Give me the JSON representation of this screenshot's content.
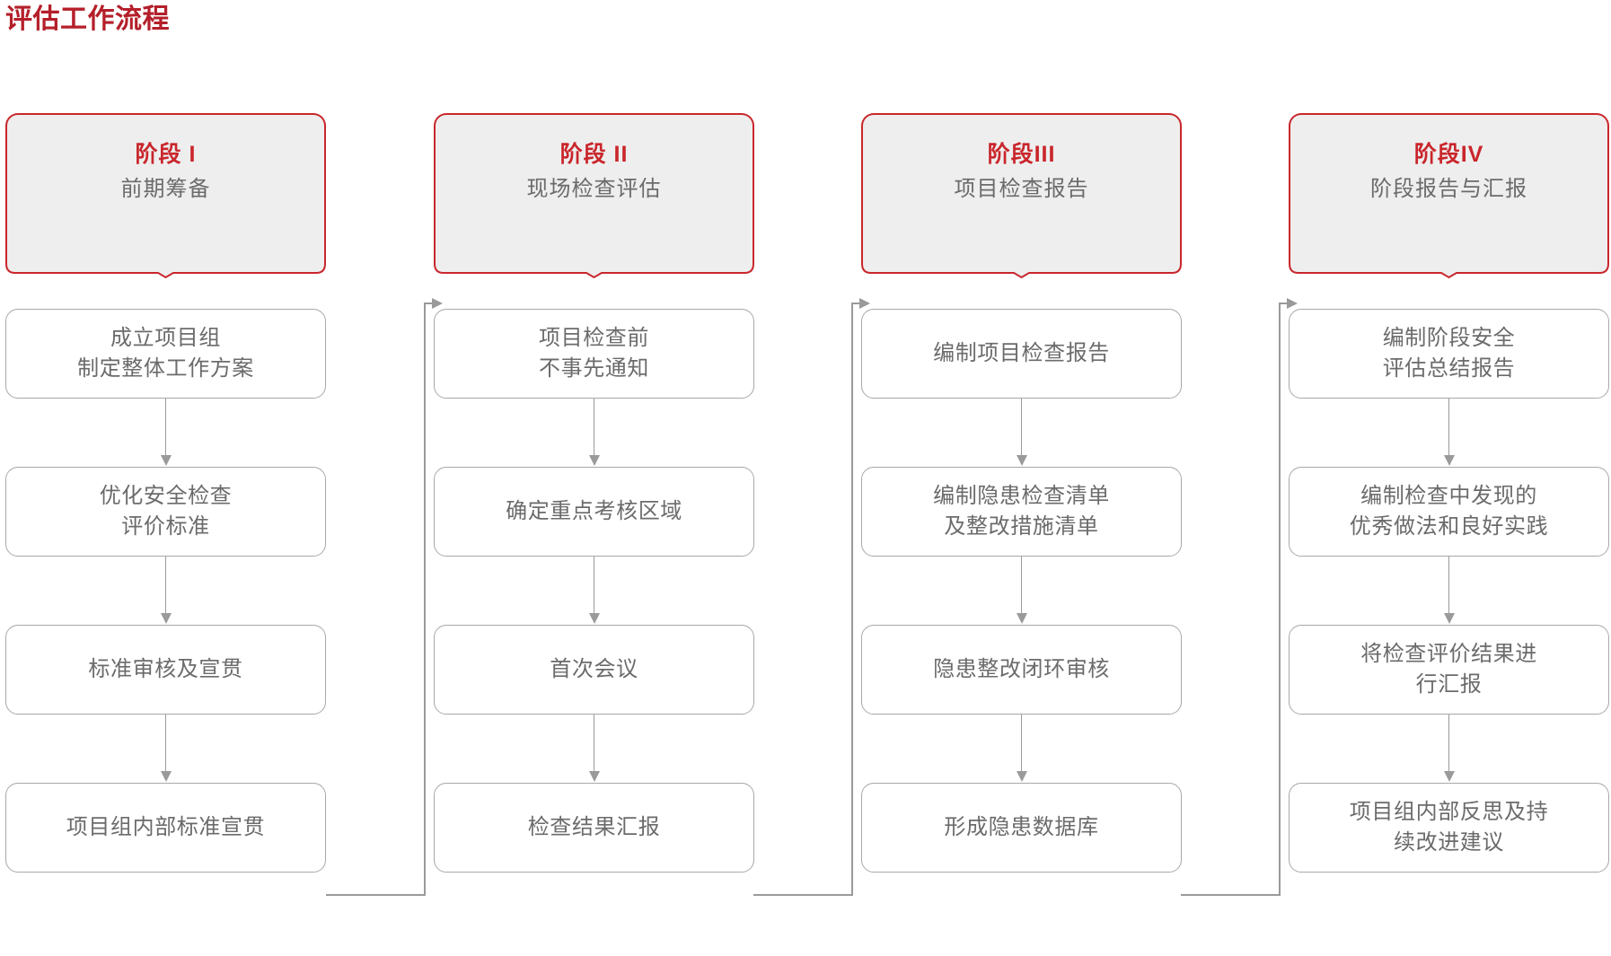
{
  "page": {
    "title": "评估工作流程",
    "title_color": "#b41f2a",
    "background": "#ffffff"
  },
  "theme": {
    "accent_red": "#c9262c",
    "banner_fill": "#eeeeee",
    "box_border": "#a8a8a8",
    "text_gray": "#6b6b6b",
    "arrow_gray": "#9a9a9a"
  },
  "chart_data": {
    "type": "diagram",
    "title": "评估工作流程",
    "layout": "4 columns x 4 steps, left-to-right serpentine flow",
    "phases": [
      {
        "id": "phase-1",
        "label": "阶段 I",
        "subtitle": "前期筹备",
        "steps": [
          "成立项目组\n制定整体工作方案",
          "优化安全检查\n评价标准",
          "标准审核及宣贯",
          "项目组内部标准宣贯"
        ]
      },
      {
        "id": "phase-2",
        "label": "阶段 II",
        "subtitle": "现场检查评估",
        "steps": [
          "项目检查前\n不事先通知",
          "确定重点考核区域",
          "首次会议",
          "检查结果汇报"
        ]
      },
      {
        "id": "phase-3",
        "label": "阶段III",
        "subtitle": "项目检查报告",
        "steps": [
          "编制项目检查报告",
          "编制隐患检查清单\n及整改措施清单",
          "隐患整改闭环审核",
          "形成隐患数据库"
        ]
      },
      {
        "id": "phase-4",
        "label": "阶段IV",
        "subtitle": "阶段报告与汇报",
        "steps": [
          "编制阶段安全\n评估总结报告",
          "编制检查中发现的\n优秀做法和良好实践",
          "将检查评价结果进\n行汇报",
          "项目组内部反思及持\n续改进建议"
        ]
      }
    ],
    "connectors": [
      {
        "from": "phase-1.step-4",
        "to": "phase-2.step-1",
        "style": "wrap-right"
      },
      {
        "from": "phase-2.step-4",
        "to": "phase-3.step-1",
        "style": "wrap-right"
      },
      {
        "from": "phase-3.step-4",
        "to": "phase-4.step-1",
        "style": "wrap-right"
      }
    ]
  }
}
